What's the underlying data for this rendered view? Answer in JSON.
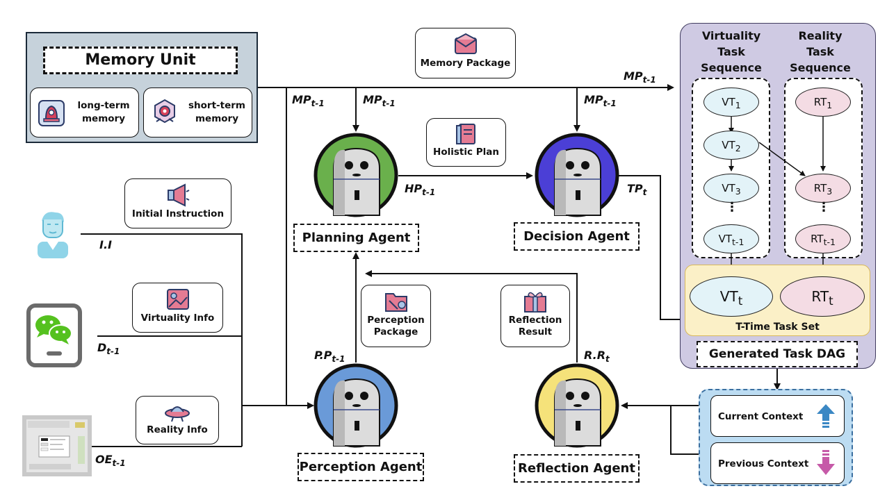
{
  "memory_unit": {
    "title": "Memory Unit",
    "long_term": "long-term memory",
    "short_term": "short-term memory"
  },
  "packages": {
    "memory_package": "Memory Package",
    "holistic_plan": "Holistic Plan",
    "initial_instruction": "Initial Instruction",
    "virtuality_info": "Virtuality Info",
    "reality_info": "Reality Info",
    "perception_package": "Perception Package",
    "reflection_result": "Reflection Result"
  },
  "agents": {
    "planning": "Planning Agent",
    "decision": "Decision Agent",
    "perception": "Perception Agent",
    "reflection": "Reflection Agent"
  },
  "labels": {
    "mp_main": "MP",
    "mp_sub": "t-1",
    "hp": "HP",
    "hp_sub": "t-1",
    "tp": "TP",
    "tp_sub": "t",
    "ii": "I.I",
    "d": "D",
    "d_sub": "t-1",
    "oe": "OE",
    "oe_sub": "t-1",
    "pp": "P.P",
    "pp_sub": "t-1",
    "rr": "R.R",
    "rr_sub": "t"
  },
  "dag": {
    "virtuality_header": "Virtuality Task Sequence",
    "reality_header": "Reality Task Sequence",
    "vt": [
      "VT",
      "VT",
      "VT",
      "VT"
    ],
    "vt_sub": [
      "1",
      "2",
      "3",
      "t-1"
    ],
    "rt": [
      "RT",
      "RT",
      "RT"
    ],
    "rt_sub": [
      "1",
      "3",
      "t-1"
    ],
    "ellipsis": "⋮",
    "vt_t": "VT",
    "vt_t_sub": "t",
    "rt_t": "RT",
    "rt_t_sub": "t",
    "task_set": "T-Time Task Set",
    "generated": "Generated Task DAG"
  },
  "context": {
    "current": "Current Context",
    "previous": "Previous Context"
  },
  "colors": {
    "planning": "#6ab04c",
    "decision": "#4b3fd6",
    "perception": "#6a9ad8",
    "reflection": "#f5e27a",
    "dag_bg": "#cfcae3",
    "memory_bg": "#c6d2db",
    "taskset_bg": "#fbf0c7",
    "context_bg": "#bcdcf2",
    "vt_node": "#e3f3f8",
    "rt_node": "#f4dce4"
  }
}
